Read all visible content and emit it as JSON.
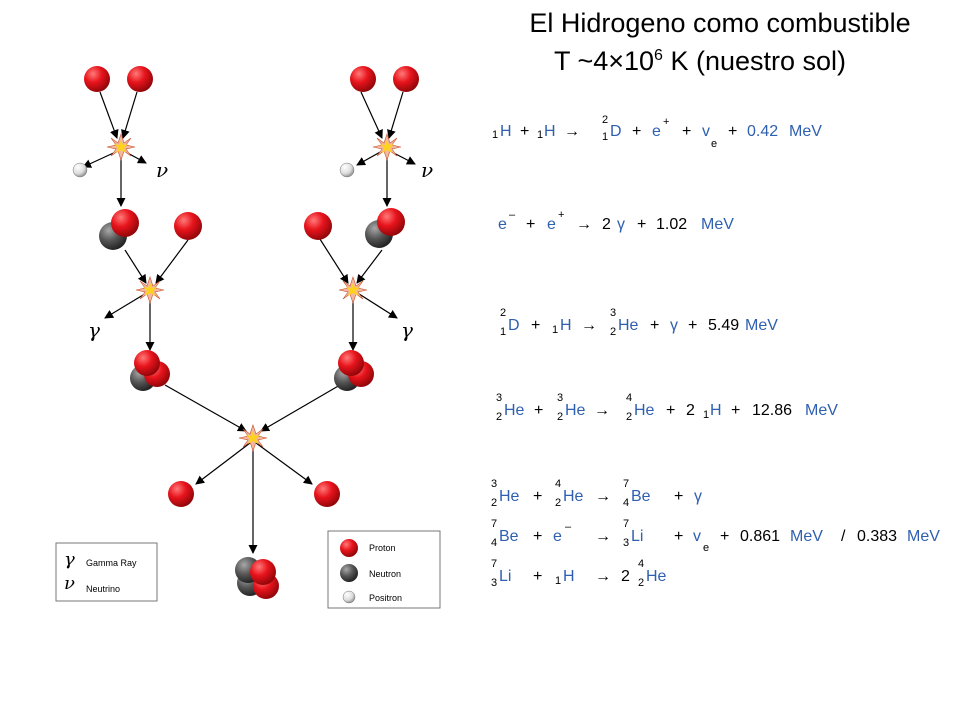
{
  "title": {
    "line1": "El Hidrogeno como combustible",
    "line2_prefix": "T ~4×10",
    "line2_exp": "6",
    "line2_suffix": " K (nuestro sol)"
  },
  "diagram_labels": {
    "neutrino": "ν",
    "gamma": "γ"
  },
  "legend_left": {
    "gamma_symbol": "γ",
    "gamma_label": "Gamma Ray",
    "neutrino_symbol": "ν",
    "neutrino_label": "Neutrino"
  },
  "legend_right": {
    "proton_label": "Proton",
    "neutron_label": "Neutron",
    "positron_label": "Positron"
  },
  "colors": {
    "proton": "#e8141c",
    "neutron": "#555555",
    "positron": "#dddddd",
    "equation_text": "#2e5fb0",
    "flash": "#f3b8a0"
  },
  "equations": {
    "eq1": [
      "1",
      "H",
      "+",
      "1",
      "H",
      "→",
      "2",
      "1",
      "D",
      "+",
      "e",
      "+",
      "+",
      "v",
      "e",
      "+",
      "0.42",
      "MeV"
    ],
    "eq2": [
      "e",
      "–",
      "+",
      "e",
      "+",
      "→",
      "2",
      "γ",
      "+",
      "1.02",
      "MeV"
    ],
    "eq3": [
      "2",
      "1",
      "D",
      "+",
      "1",
      "H",
      "→",
      "3",
      "2",
      "He",
      "+",
      "γ",
      "+",
      "5.49",
      "MeV"
    ],
    "eq4": [
      "3",
      "2",
      "He",
      "+",
      "3",
      "2",
      "He",
      "→",
      "4",
      "2",
      "He",
      "+",
      "2",
      "1",
      "H",
      "+",
      "12.86",
      "MeV"
    ],
    "eq5": [
      "3",
      "2",
      "He",
      "+",
      "4",
      "2",
      "He",
      "→",
      "7",
      "4",
      "Be",
      "+",
      "γ"
    ],
    "eq6": [
      "7",
      "4",
      "Be",
      "+",
      "e",
      "–",
      "→",
      "7",
      "3",
      "Li",
      "+",
      "v",
      "e",
      "+",
      "0.861",
      "MeV",
      "/",
      "0.383",
      "MeV"
    ],
    "eq7": [
      "7",
      "3",
      "Li",
      "+",
      "1",
      "H",
      "→",
      "2",
      "4",
      "2",
      "He"
    ]
  }
}
